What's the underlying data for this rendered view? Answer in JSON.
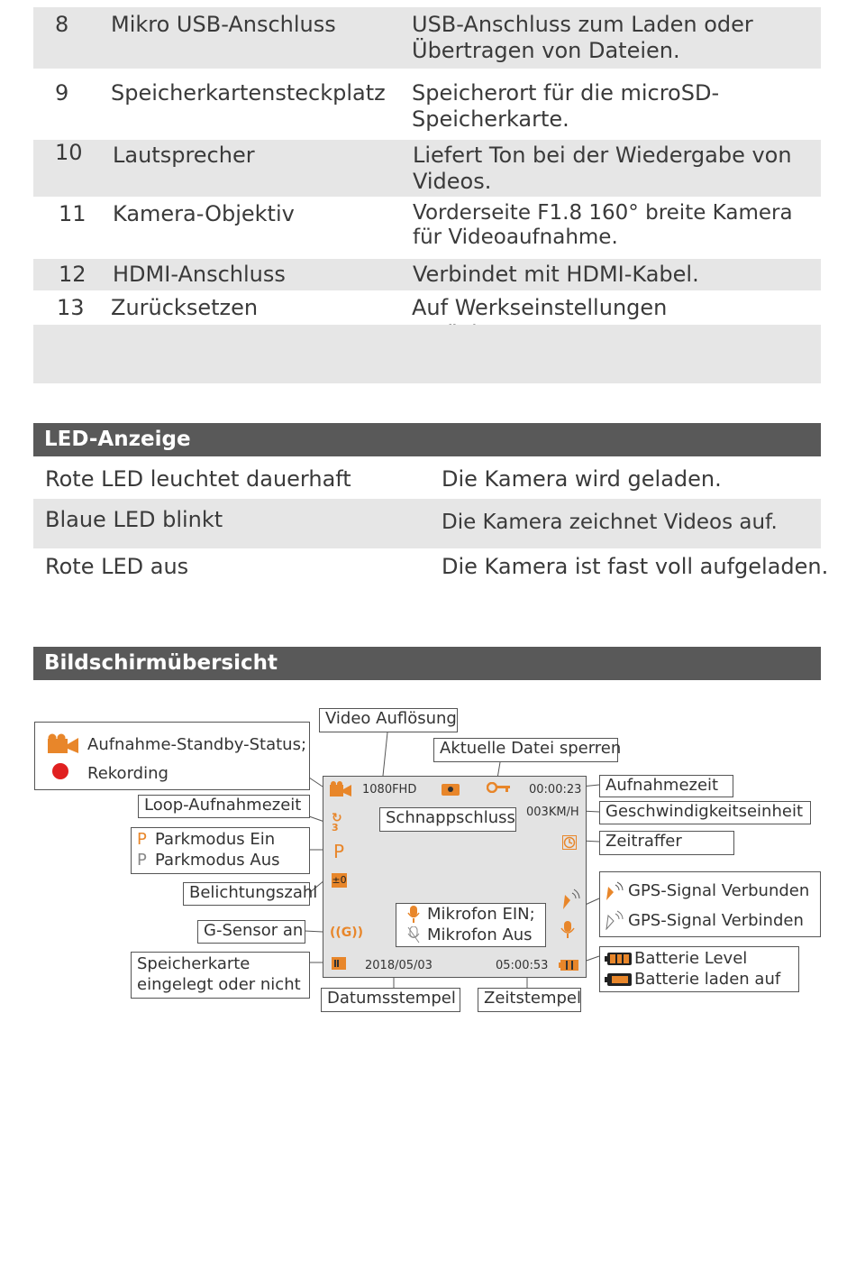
{
  "table": {
    "rows": [
      {
        "num": "8",
        "name": "Mikro USB-Anschluss",
        "desc": "USB-Anschluss zum Laden oder Übertragen von Dateien."
      },
      {
        "num": "9",
        "name": "Speicherkartensteckplatz",
        "desc": "Speicherort für die microSD-Speicherkarte."
      },
      {
        "num": "10",
        "name": "Lautsprecher",
        "desc": "Liefert Ton bei der Wiedergabe von Videos."
      },
      {
        "num": "11",
        "name": "Kamera-Objektiv",
        "desc": "Vorderseite F1.8 160° breite Kamera für Videoaufnahme."
      },
      {
        "num": "12",
        "name": "HDMI-Anschluss",
        "desc": "Verbindet mit HDMI-Kabel."
      },
      {
        "num": "13",
        "name": "Zurücksetzen",
        "desc": "Auf Werkseinstellungen zurücksetzen"
      }
    ]
  },
  "led": {
    "title": "LED-Anzeige",
    "rows": [
      {
        "state": "Rote LED leuchtet dauerhaft",
        "meaning": "Die Kamera wird geladen."
      },
      {
        "state": "Blaue LED blinkt",
        "meaning": "Die Kamera zeichnet Videos auf."
      },
      {
        "state": "Rote LED aus",
        "meaning": "Die Kamera ist fast voll aufgeladen."
      }
    ]
  },
  "screen": {
    "title": "Bildschirmübersicht",
    "labels": {
      "standby": "Aufnahme-Standby-Status;",
      "recording": "Rekording",
      "video_res": "Video Auflösung",
      "lock_file": "Aktuelle Datei sperren",
      "rec_time": "Aufnahmezeit",
      "speed_unit": "Geschwindigkeitseinheit",
      "loop": "Loop-Aufnahmezeit",
      "snapshot": "Schnappschluss",
      "park_on": "Parkmodus Ein",
      "park_off": "Parkmodus Aus",
      "timelapse": "Zeitraffer",
      "exposure": "Belichtungszahl",
      "gps_connected": "GPS-Signal Verbunden",
      "gps_connecting": "GPS-Signal Verbinden",
      "mic_on": "Mikrofon EIN;",
      "mic_off": "Mikrofon Aus",
      "gsensor": "G-Sensor an",
      "sdcard": "Speicherkarte eingelegt oder nicht",
      "battery_level": "Batterie Level",
      "battery_charge": "Batterie laden auf",
      "date_stamp": "Datumsstempel",
      "time_stamp": "Zeitstempel"
    },
    "display": {
      "resolution": "1080FHD",
      "rec_time": "00:00:23",
      "speed": "003KM/H",
      "date": "2018/05/03",
      "time": "05:00:53",
      "park_letter": "P",
      "exposure_value": "±0",
      "loop_value": "3"
    },
    "colors": {
      "accent": "#e8862a",
      "record_dot": "#e02020",
      "screen_bg": "#e3e3e3"
    }
  }
}
